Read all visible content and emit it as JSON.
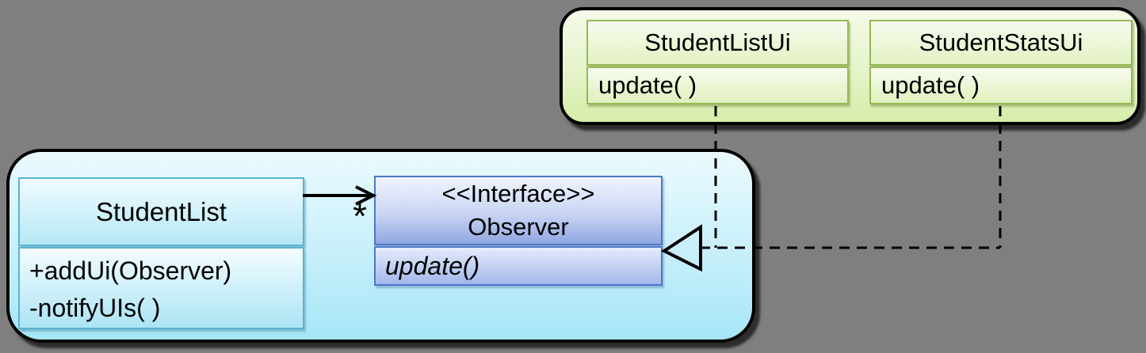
{
  "title": "Observer pattern UML diagram",
  "colors": {
    "canvas_background": "#7f7f7f",
    "green_panel_fill_top": "#f4fae8",
    "green_panel_fill_bottom": "#d6eda9",
    "green_class_border": "#94b952",
    "blue_panel_fill_top": "#ebfaff",
    "blue_panel_fill_bottom": "#a6e6f7",
    "student_list_class_border": "#58b4d2",
    "observer_class_border": "#4d78c8",
    "panel_border": "#000000",
    "connector": "#000000",
    "text": "#000000"
  },
  "ui_panel": {
    "classes": [
      {
        "title": "StudentListUi",
        "method": "update( )"
      },
      {
        "title": "StudentStatsUi",
        "method": "update( )"
      }
    ]
  },
  "subject_panel": {
    "student_list": {
      "title": "StudentList",
      "methods": [
        "+addUi(Observer)",
        "-notifyUIs( )"
      ]
    },
    "observer": {
      "stereotype": "<<Interface>>",
      "title": "Observer",
      "method": "update()"
    }
  },
  "relations": {
    "association_multiplicity": "*"
  }
}
